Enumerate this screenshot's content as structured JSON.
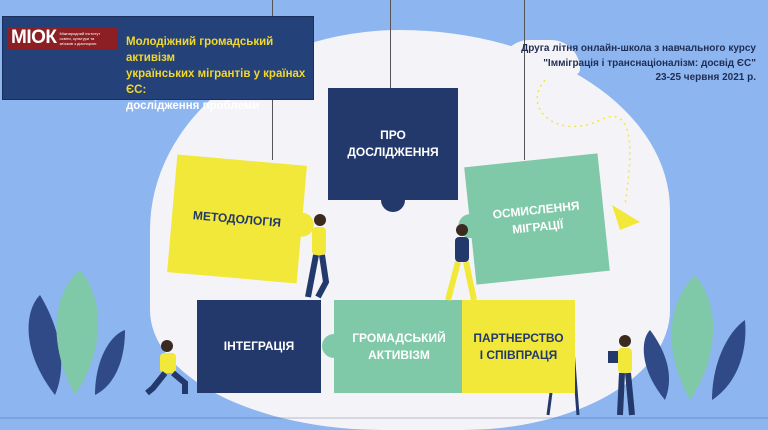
{
  "header": {
    "logo_mark": "МІОК",
    "logo_subtitle": "Міжнародний інститут освіти, культури та зв'язків з діаспорою",
    "title_line1": "Молодіжний громадський активізм",
    "title_line2": "українських мігрантів у країнах ЄС:",
    "title_line3": "дослідження проблеми"
  },
  "event": {
    "line1": "Друга літня онлайн-школа з навчального курсу",
    "line2": "\"Імміграція і транснаціоналізм: досвід ЄС\"",
    "line3": "23-25 червня 2021 р."
  },
  "pieces": {
    "about": [
      "ПРО",
      "ДОСЛІДЖЕННЯ"
    ],
    "methodology": "МЕТОДОЛОГІЯ",
    "migration": [
      "ОСМИСЛЕННЯ",
      "МІГРАЦІЇ"
    ],
    "integration": "ІНТЕГРАЦІЯ",
    "activism": [
      "ГРОМАДСЬКИЙ",
      "АКТИВІЗМ"
    ],
    "partnership": [
      "ПАРТНЕРСТВО",
      "І СПІВПРАЦЯ"
    ]
  },
  "colors": {
    "navy": "#23396b",
    "yellow": "#f2e83a",
    "green": "#7fc9a8",
    "background": "#8db5f0",
    "logo_red": "#8b1f24"
  }
}
